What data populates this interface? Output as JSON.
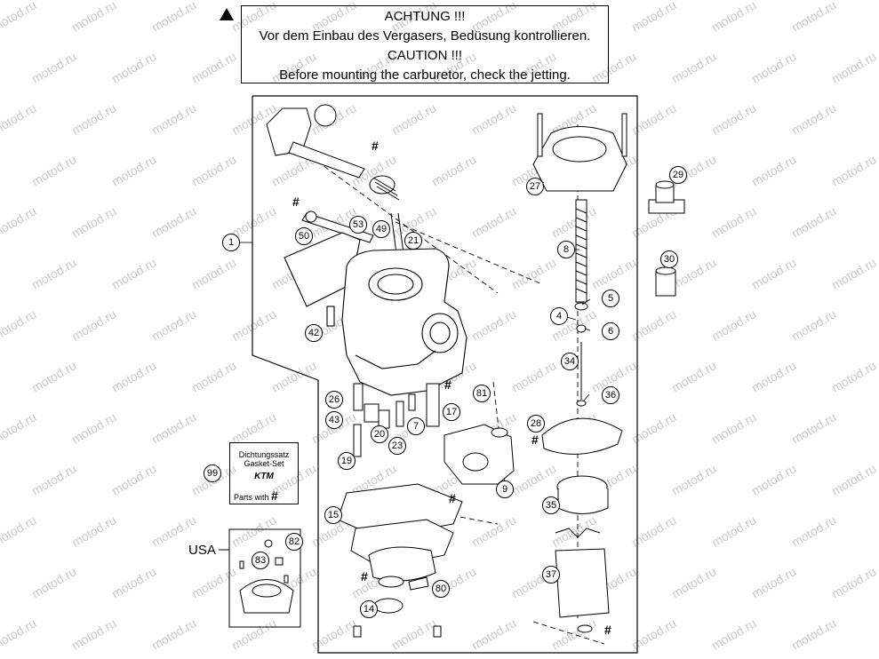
{
  "warning": {
    "lines": [
      "ACHTUNG !!!",
      "Vor dem Einbau des Vergasers, Bedüsung kontrollieren.",
      "CAUTION !!!",
      "Before mounting the carburetor, check the jetting."
    ]
  },
  "kit_box": {
    "line1": "Dichtungssatz",
    "line2": "Gasket-Set",
    "logo": "KTM",
    "line3": "Parts with",
    "hash": "#"
  },
  "usa_label": "USA",
  "watermark": "motod.ru",
  "hash_symbol": "#",
  "callouts": [
    {
      "id": "c1",
      "label": "1"
    },
    {
      "id": "c4",
      "label": "4"
    },
    {
      "id": "c5",
      "label": "5"
    },
    {
      "id": "c6",
      "label": "6"
    },
    {
      "id": "c7",
      "label": "7"
    },
    {
      "id": "c8",
      "label": "8"
    },
    {
      "id": "c9",
      "label": "9"
    },
    {
      "id": "c14",
      "label": "14"
    },
    {
      "id": "c15",
      "label": "15"
    },
    {
      "id": "c17",
      "label": "17"
    },
    {
      "id": "c19",
      "label": "19"
    },
    {
      "id": "c20",
      "label": "20"
    },
    {
      "id": "c21",
      "label": "21"
    },
    {
      "id": "c23",
      "label": "23"
    },
    {
      "id": "c26",
      "label": "26"
    },
    {
      "id": "c27",
      "label": "27"
    },
    {
      "id": "c28",
      "label": "28"
    },
    {
      "id": "c29",
      "label": "29"
    },
    {
      "id": "c30",
      "label": "30"
    },
    {
      "id": "c34",
      "label": "34"
    },
    {
      "id": "c35",
      "label": "35"
    },
    {
      "id": "c36",
      "label": "36"
    },
    {
      "id": "c37",
      "label": "37"
    },
    {
      "id": "c42",
      "label": "42"
    },
    {
      "id": "c43",
      "label": "43"
    },
    {
      "id": "c49",
      "label": "49"
    },
    {
      "id": "c50",
      "label": "50"
    },
    {
      "id": "c53",
      "label": "53"
    },
    {
      "id": "c80",
      "label": "80"
    },
    {
      "id": "c81",
      "label": "81"
    },
    {
      "id": "c82",
      "label": "82"
    },
    {
      "id": "c83",
      "label": "83"
    },
    {
      "id": "c99",
      "label": "99"
    }
  ]
}
